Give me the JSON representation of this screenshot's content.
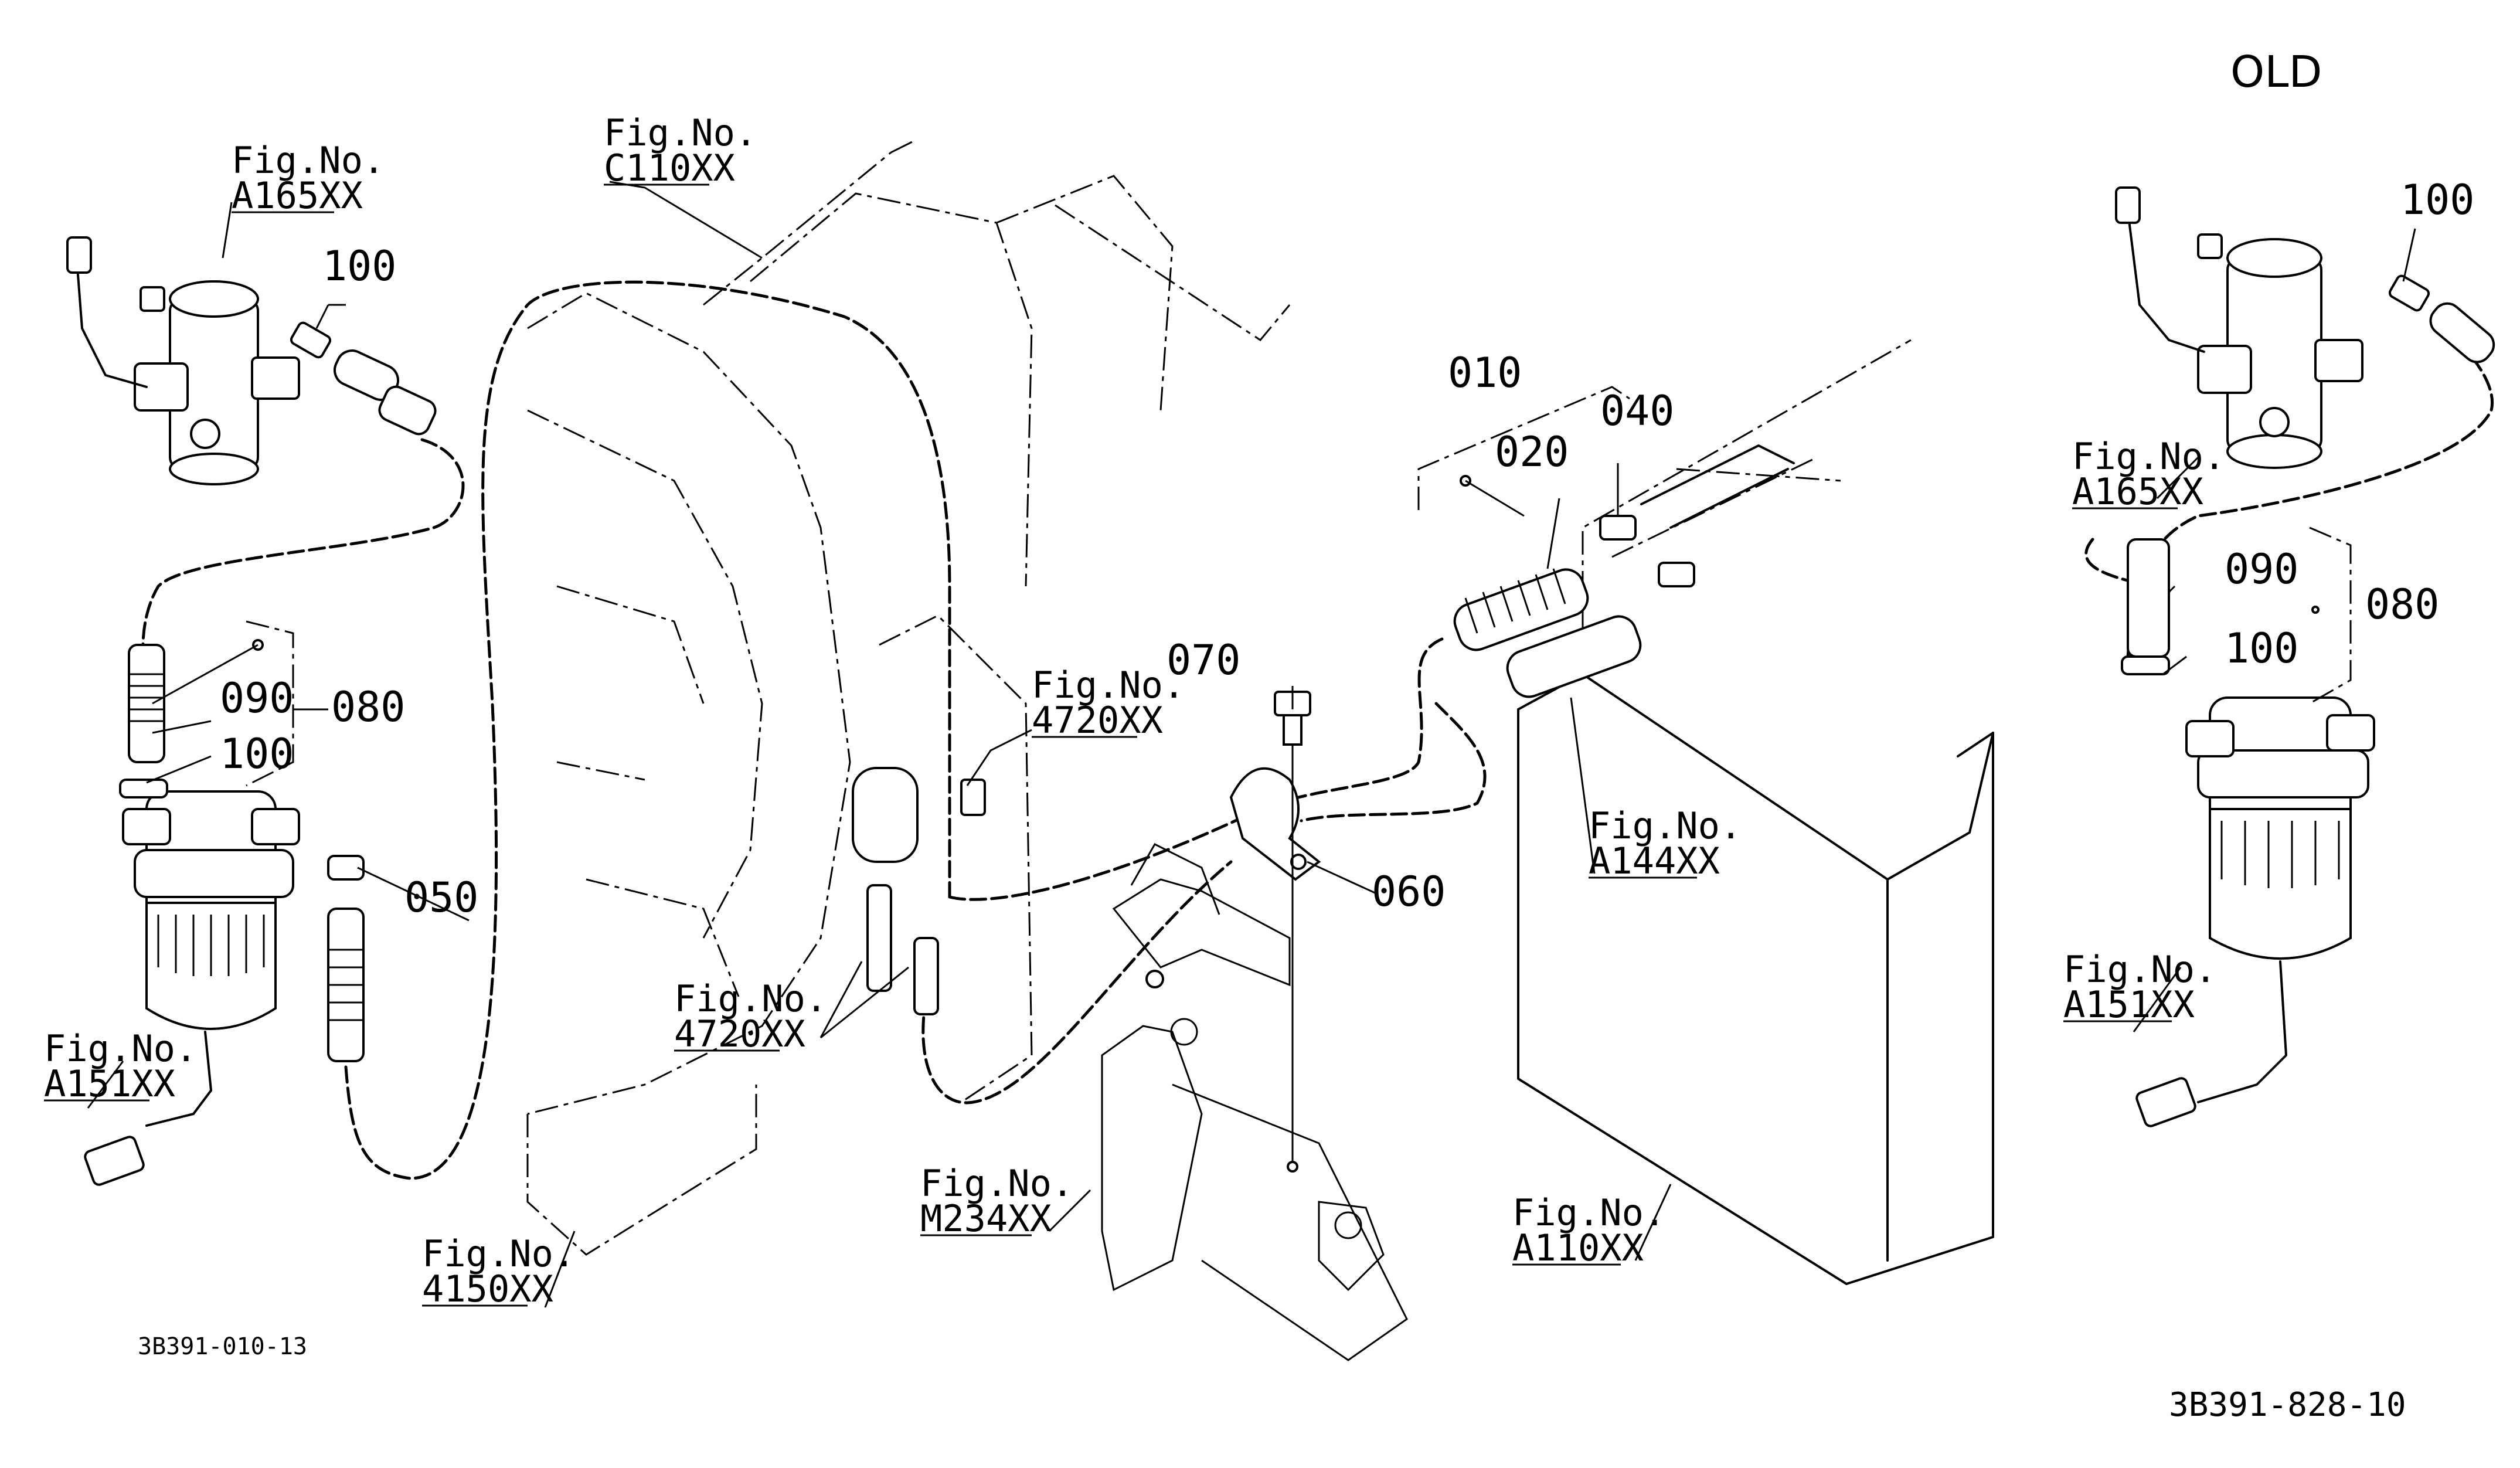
{
  "header": {
    "variant_label": "OLD"
  },
  "footer": {
    "sheet_code": "3B391-828-10",
    "sub_code": "3B391-010-13"
  },
  "refs": {
    "a165_left": {
      "fig": "Fig.No.",
      "code": "A165XX"
    },
    "c110": {
      "fig": "Fig.No.",
      "code": "C110XX"
    },
    "r4720_top": {
      "fig": "Fig.No.",
      "code": "4720XX"
    },
    "r4720_bottom": {
      "fig": "Fig.No.",
      "code": "4720XX"
    },
    "a151_left": {
      "fig": "Fig.No.",
      "code": "A151XX"
    },
    "r4150": {
      "fig": "Fig.No.",
      "code": "4150XX"
    },
    "m234": {
      "fig": "Fig.No.",
      "code": "M234XX"
    },
    "a144": {
      "fig": "Fig.No.",
      "code": "A144XX"
    },
    "a110": {
      "fig": "Fig.No.",
      "code": "A110XX"
    },
    "a165_right": {
      "fig": "Fig.No.",
      "code": "A165XX"
    },
    "a151_right": {
      "fig": "Fig.No.",
      "code": "A151XX"
    }
  },
  "callouts": {
    "c100_top_left": "100",
    "c090_left": "090",
    "c080_left": "080",
    "c100_mid_left": "100",
    "c050": "050",
    "c070": "070",
    "c060": "060",
    "c010": "010",
    "c020": "020",
    "c040": "040",
    "c100_top_right": "100",
    "c090_right": "090",
    "c080_right": "080",
    "c100_mid_right": "100"
  },
  "icons": [
    "fuel-pump-icon",
    "fuel-filter-icon",
    "hose-clamp-icon",
    "bolt-icon",
    "pipe-clip-icon",
    "fuel-tank-icon",
    "frame-icon"
  ]
}
